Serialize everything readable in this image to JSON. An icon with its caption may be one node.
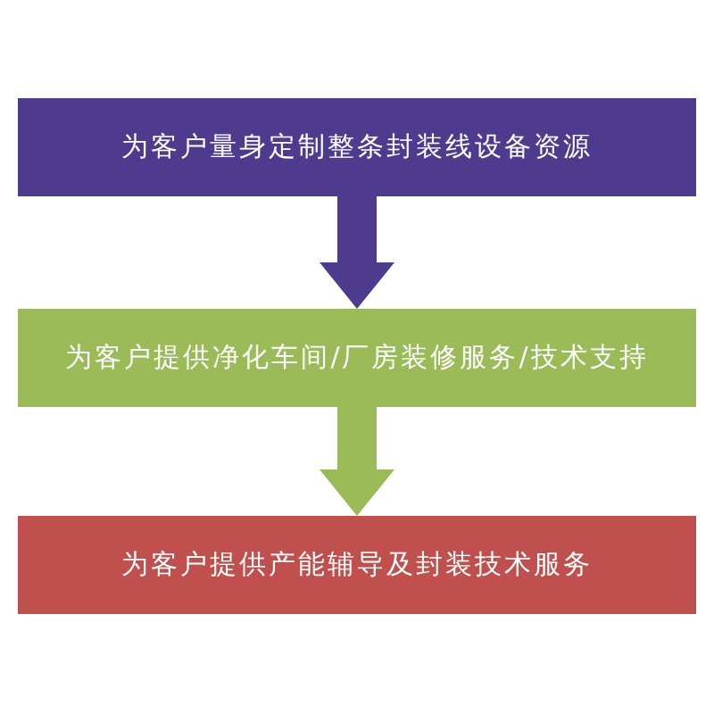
{
  "diagram": {
    "nodes": [
      {
        "text": [
          "为客户量身定制整条封装线设备资源"
        ]
      },
      {
        "text": [
          "为客户提供净化车间/厂房装修服务/技术支持"
        ]
      },
      {
        "text": [
          "为客户提供产能辅导及封装技术服务"
        ]
      }
    ],
    "edges": [
      {
        "from": 0,
        "to": 1,
        "arrow": "to",
        "color": "#4f3b8e"
      },
      {
        "from": 1,
        "to": 2,
        "arrow": "to",
        "color": "#9bbb59"
      }
    ]
  }
}
